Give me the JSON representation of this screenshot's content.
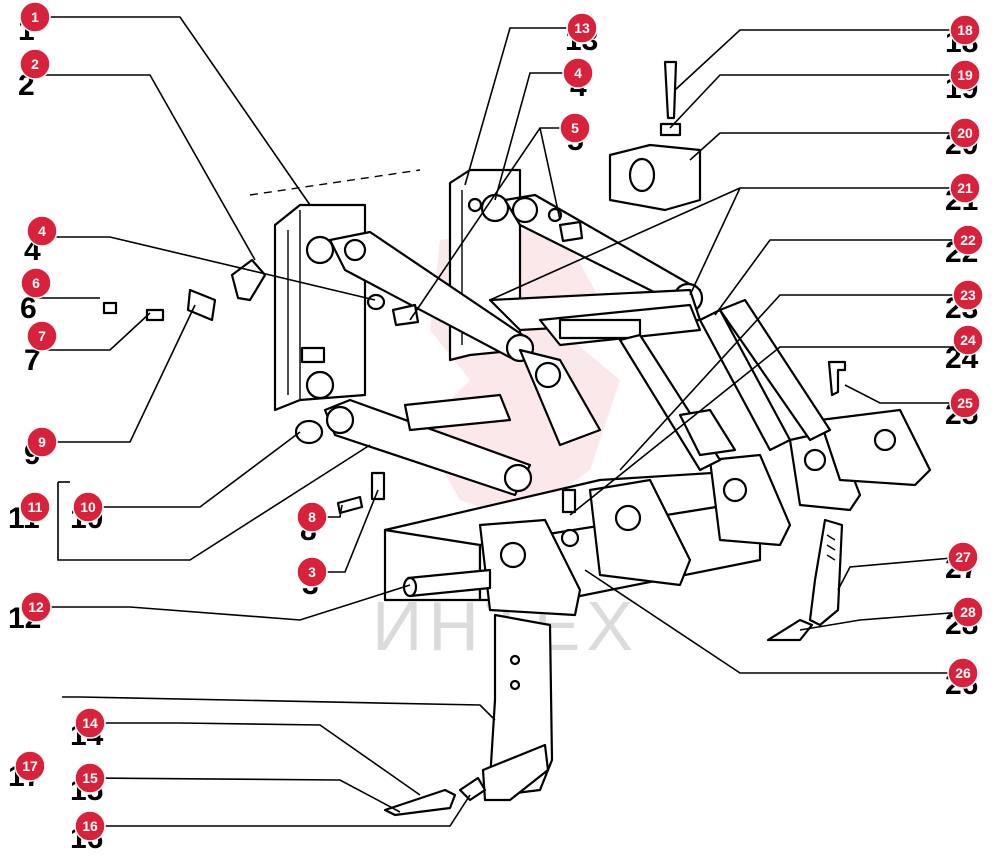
{
  "watermark": {
    "text": "ИНТЕХ"
  },
  "callouts": [
    {
      "label": "1"
    },
    {
      "label": "2"
    },
    {
      "label": "3"
    },
    {
      "label": "4"
    },
    {
      "label": "4"
    },
    {
      "label": "5"
    },
    {
      "label": "6"
    },
    {
      "label": "7"
    },
    {
      "label": "8"
    },
    {
      "label": "9"
    },
    {
      "label": "10"
    },
    {
      "label": "11"
    },
    {
      "label": "12"
    },
    {
      "label": "13"
    },
    {
      "label": "14"
    },
    {
      "label": "15"
    },
    {
      "label": "16"
    },
    {
      "label": "17"
    },
    {
      "label": "18"
    },
    {
      "label": "19"
    },
    {
      "label": "20"
    },
    {
      "label": "21"
    },
    {
      "label": "22"
    },
    {
      "label": "23"
    },
    {
      "label": "24"
    },
    {
      "label": "25"
    },
    {
      "label": "26"
    },
    {
      "label": "27"
    },
    {
      "label": "28"
    }
  ],
  "colors": {
    "callout": "#d8213b",
    "line": "#000000",
    "background": "#ffffff"
  }
}
